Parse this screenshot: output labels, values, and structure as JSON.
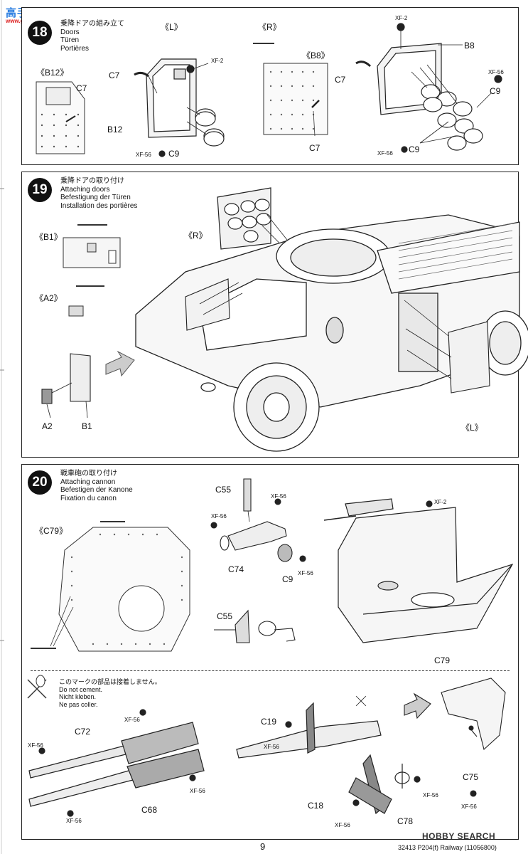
{
  "watermark": {
    "title": "高手网",
    "url": "www.gaoshou.com"
  },
  "step18": {
    "number": "18",
    "title_jp": "乗降ドアの組み立て",
    "title_en": "Doors",
    "title_de": "Türen",
    "title_fr": "Portières",
    "labels": {
      "b12_ref": "《B12》",
      "c7_a": "C7",
      "l_ref": "《L》",
      "c7_b": "C7",
      "xf2_a": "XF-2",
      "b12": "B12",
      "xf56_a": "XF-56",
      "c9_a": "C9",
      "r_ref": "《R》",
      "b8_ref": "《B8》",
      "c7_c": "C7",
      "xf2_b": "XF-2",
      "b8": "B8",
      "c7_d": "C7",
      "xf56_b": "XF-56",
      "c9_b": "C9",
      "xf56_c": "XF-56",
      "c9_c": "C9"
    }
  },
  "step19": {
    "number": "19",
    "title_jp": "乗降ドアの取り付け",
    "title_en": "Attaching doors",
    "title_de": "Befestigung der Türen",
    "title_fr": "Installation des portières",
    "labels": {
      "r_ref": "《R》",
      "b1_ref": "《B1》",
      "a2_ref": "《A2》",
      "a2": "A2",
      "b1": "B1",
      "l_ref": "《L》"
    }
  },
  "step20": {
    "number": "20",
    "title_jp": "戦車砲の取り付け",
    "title_en": "Attaching cannon",
    "title_de": "Befestigen der Kanone",
    "title_fr": "Fixation du canon",
    "labels": {
      "c55_a": "C55",
      "xf56_a": "XF-56",
      "xf56_b": "XF-56",
      "c74": "C74",
      "c9": "C9",
      "xf56_c": "XF-56",
      "c79_ref": "《C79》",
      "c55_b": "C55",
      "xf2": "XF-2",
      "c79": "C79",
      "c72": "C72",
      "xf56_d": "XF-56",
      "xf56_e": "XF-56",
      "xf56_f": "XF-56",
      "xf56_g": "XF-56",
      "c68": "C68",
      "c19": "C19",
      "xf56_h": "XF-56",
      "c18": "C18",
      "xf56_i": "XF-56",
      "c78": "C78",
      "xf56_j": "XF-56",
      "c75": "C75",
      "xf56_k": "XF-56"
    },
    "no_cement": {
      "jp": "このマークの部品は接着しません。",
      "en": "Do not cement.",
      "de": "Nicht kleben.",
      "fr": "Ne pas coller."
    }
  },
  "footer": {
    "page_number": "9",
    "product_line": "32413 P204(f) Railway (11056800)",
    "hobby_search": "HOBBY SEARCH"
  }
}
